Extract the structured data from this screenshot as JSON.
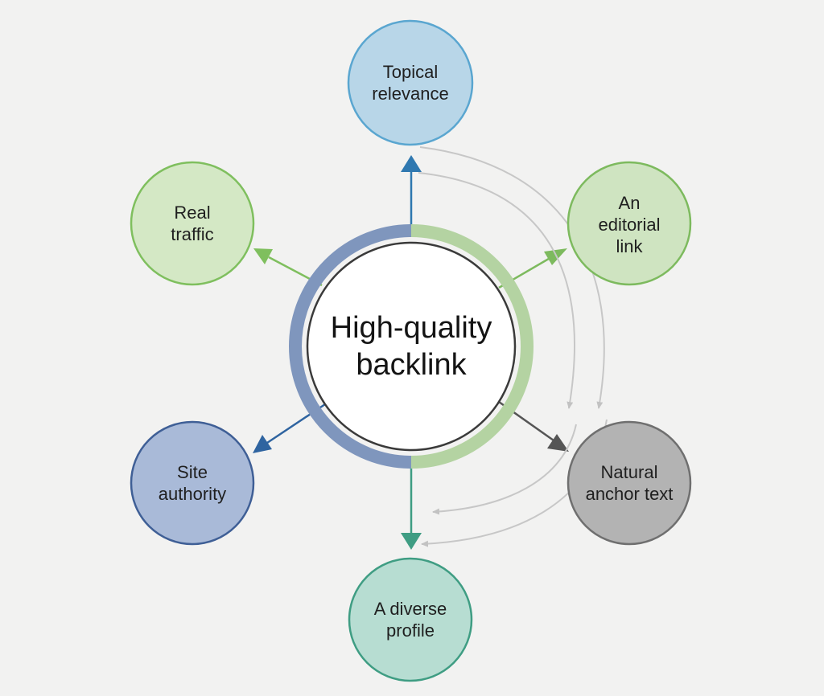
{
  "center": {
    "label": "High-quality\nbacklink"
  },
  "nodes": {
    "topical": {
      "label": "Topical\nrelevance",
      "fill": "#b8d6e8",
      "stroke": "#5aa6d0",
      "arrow": "#2f78b0"
    },
    "editorial": {
      "label": "An\neditorial\nlink",
      "fill": "#cfe4c1",
      "stroke": "#7dba5e",
      "arrow": "#7dba5e"
    },
    "anchor": {
      "label": "Natural\nanchor text",
      "fill": "#b3b3b3",
      "stroke": "#6f6f6f",
      "arrow": "#555555"
    },
    "diverse": {
      "label": "A diverse\nprofile",
      "fill": "#b7ddd2",
      "stroke": "#3f9d83",
      "arrow": "#3f9d83"
    },
    "site": {
      "label": "Site\nauthority",
      "fill": "#a9bad8",
      "stroke": "#3f5f96",
      "arrow": "#2f64a0"
    },
    "traffic": {
      "label": "Real\ntraffic",
      "fill": "#d4e8c5",
      "stroke": "#7fbf5e",
      "arrow": "#7fbf5e"
    }
  },
  "colors": {
    "background": "#f2f2f1",
    "ring_left": "#7f96bd",
    "ring_right": "#b4d3a2",
    "center_fill": "#ffffff",
    "center_stroke": "#3a3a3a",
    "curved_arrow": "#c7c7c7"
  }
}
